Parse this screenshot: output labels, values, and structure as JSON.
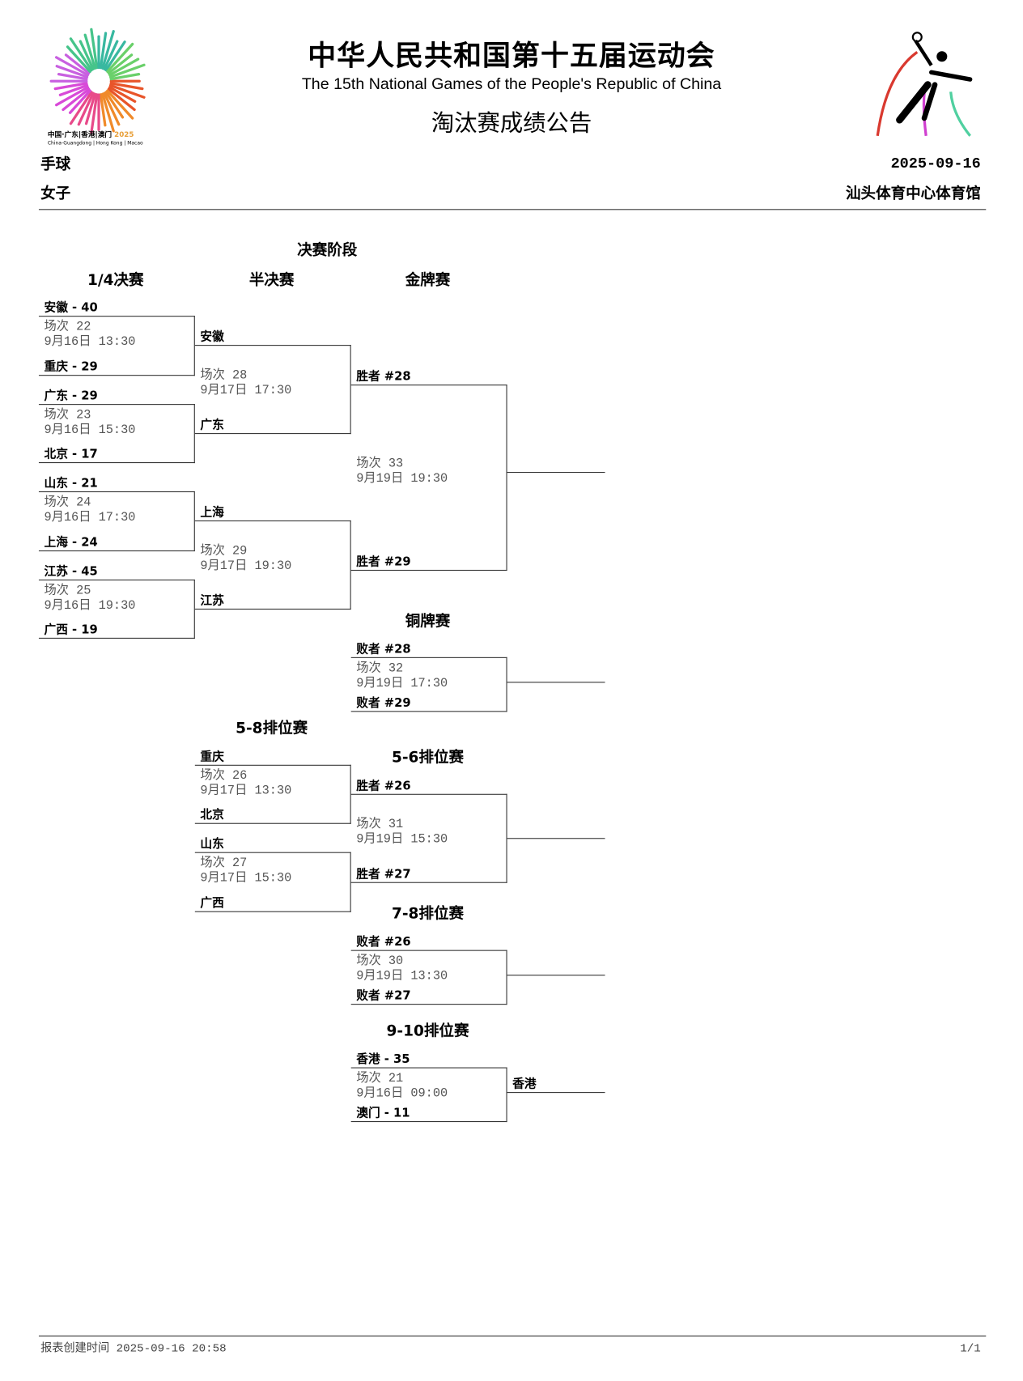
{
  "header": {
    "title_cn": "中华人民共和国第十五届运动会",
    "title_en": "The 15th National Games of the People's Republic of China",
    "report_title": "淘汰赛成绩公告",
    "logo_text": "中国·广东|香港|澳门 2025 China-Guangdong | Hong Kong | Macao",
    "sport": "手球",
    "gender": "女子",
    "date": "2025-09-16",
    "venue": "汕头体育中心体育馆"
  },
  "bracket": {
    "stage_title": "决赛阶段",
    "rounds": {
      "qf": "1/4决赛",
      "sf": "半决赛",
      "gold": "金牌赛",
      "bronze": "铜牌赛",
      "p58": "5-8排位赛",
      "p56": "5-6排位赛",
      "p78": "7-8排位赛",
      "p910": "9-10排位赛"
    },
    "qf": [
      {
        "top": "安徽 - 40",
        "game": "场次 22",
        "time": "9月16日 13:30",
        "bottom": "重庆 - 29"
      },
      {
        "top": "广东 - 29",
        "game": "场次 23",
        "time": "9月16日 15:30",
        "bottom": "北京 - 17"
      },
      {
        "top": "山东 - 21",
        "game": "场次 24",
        "time": "9月16日 17:30",
        "bottom": "上海 - 24"
      },
      {
        "top": "江苏 - 45",
        "game": "场次 25",
        "time": "9月16日 19:30",
        "bottom": "广西 - 19"
      }
    ],
    "sf": [
      {
        "top": "安徽",
        "game": "场次 28",
        "time": "9月17日 17:30",
        "bottom": "广东"
      },
      {
        "top": "上海",
        "game": "场次 29",
        "time": "9月17日 19:30",
        "bottom": "江苏"
      }
    ],
    "gold": {
      "top": "胜者 #28",
      "game": "场次 33",
      "time": "9月19日 19:30",
      "bottom": "胜者 #29"
    },
    "bronze": {
      "top": "败者 #28",
      "game": "场次 32",
      "time": "9月19日 17:30",
      "bottom": "败者 #29"
    },
    "p58": [
      {
        "top": "重庆",
        "game": "场次 26",
        "time": "9月17日 13:30",
        "bottom": "北京"
      },
      {
        "top": "山东",
        "game": "场次 27",
        "time": "9月17日 15:30",
        "bottom": "广西"
      }
    ],
    "p56": {
      "top": "胜者 #26",
      "game": "场次 31",
      "time": "9月19日 15:30",
      "bottom": "胜者 #27"
    },
    "p78": {
      "top": "败者 #26",
      "game": "场次 30",
      "time": "9月19日 13:30",
      "bottom": "败者 #27"
    },
    "p910": {
      "top": "香港 - 35",
      "game": "场次 21",
      "time": "9月16日 09:00",
      "bottom": "澳门 - 11",
      "winner": "香港"
    }
  },
  "footer": {
    "created": "报表创建时间 2025-09-16 20:58",
    "page": "1/1"
  }
}
